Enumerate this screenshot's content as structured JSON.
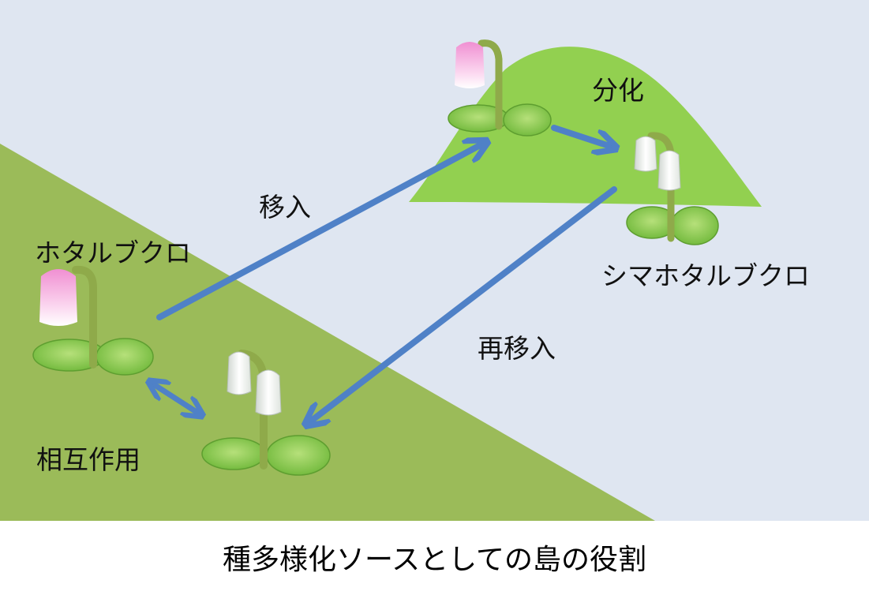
{
  "labels": {
    "hotarubukuro": "ホタルブクロ",
    "shima_hotarubukuro": "シマホタルブクロ",
    "immigration": "移入",
    "differentiation": "分化",
    "re_immigration": "再移入",
    "interaction": "相互作用"
  },
  "caption": "種多様化ソースとしての島の役割",
  "colors": {
    "sky": "#dfe6f1",
    "mainland": "#9bbb59",
    "island": "#92d050",
    "arrow": "#4f81c7",
    "leaf": "#7ec850",
    "stem": "#8faa4a",
    "flower_pink": "#f7b6e3",
    "flower_white": "#ffffff"
  },
  "icons": [
    "pink-bellflower-icon",
    "white-bellflower-icon",
    "double-arrow-icon"
  ]
}
